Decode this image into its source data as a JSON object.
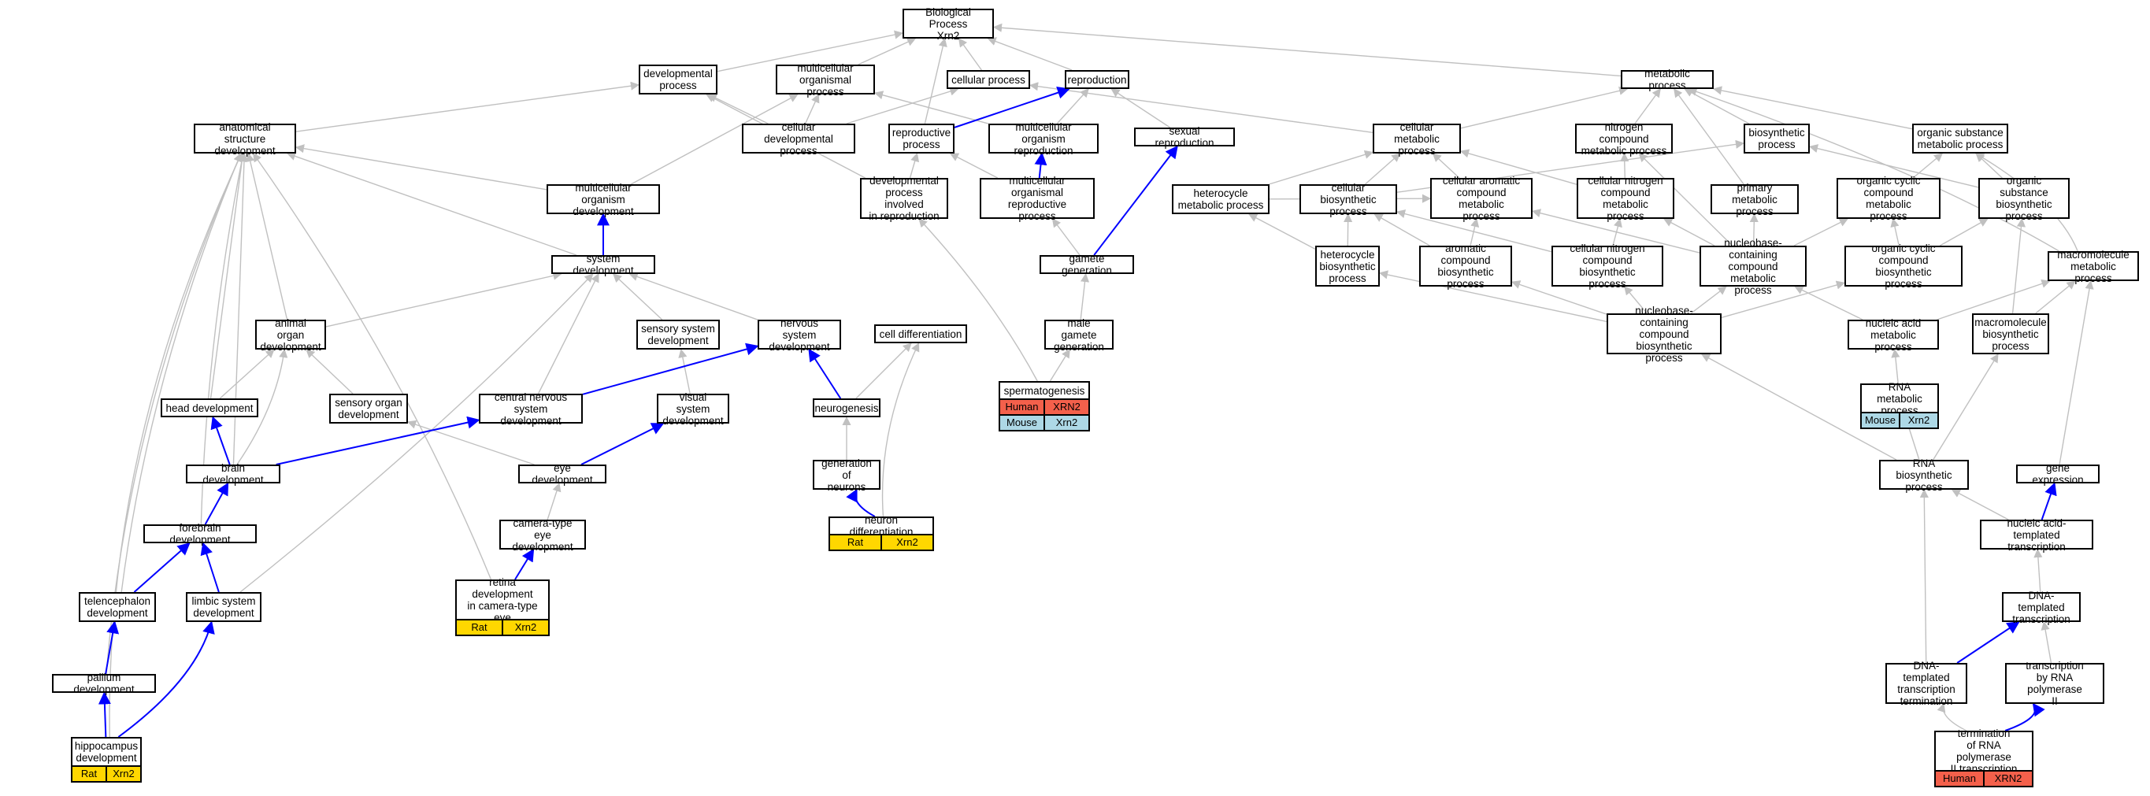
{
  "colors": {
    "edge_is_a": "#c0c0c0",
    "edge_part_of": "#0000ff",
    "rat": "#ffd700",
    "human": "#f4604b",
    "mouse": "#add8e6"
  },
  "nodes": {
    "bp": "Biological Process\nXrn2",
    "devproc": "developmental\nprocess",
    "multorg": "multicellular\norganismal process",
    "cellproc": "cellular process",
    "repro": "reproduction",
    "metab": "metabolic process",
    "anat": "anatomical structure\ndevelopment",
    "celldev": "cellular developmental\nprocess",
    "reproproc": "reproductive\nprocess",
    "multrepro": "multicellular\norganism reproduction",
    "sexrepro": "sexual reproduction",
    "cellmet": "cellular metabolic\nprocess",
    "nitro": "nitrogen compound\nmetabolic process",
    "biosyn": "biosynthetic\nprocess",
    "orgsub": "organic substance\nmetabolic process",
    "multdev": "multicellular\norganism development",
    "devrepro": "developmental\nprocess involved\nin reproduction",
    "multorgrepro": "multicellular\norganismal reproductive\nprocess",
    "hetmet": "heterocycle\nmetabolic process",
    "cellbio": "cellular biosynthetic\nprocess",
    "cellarom": "cellular aromatic\ncompound metabolic\nprocess",
    "cellnitro": "cellular nitrogen\ncompound metabolic\nprocess",
    "primary": "primary metabolic\nprocess",
    "orgcyc": "organic cyclic\ncompound metabolic\nprocess",
    "orgsubbio": "organic substance\nbiosynthetic\nprocess",
    "sysdev": "system development",
    "gamete": "gamete generation",
    "hetbio": "heterocycle\nbiosynthetic\nprocess",
    "arombio": "aromatic compound\nbiosynthetic\nprocess",
    "cellnitrobio": "cellular nitrogen\ncompound biosynthetic\nprocess",
    "nucmet": "nucleobase-containing\ncompound metabolic\nprocess",
    "orgcycbio": "organic cyclic\ncompound biosynthetic\nprocess",
    "macromet": "macromolecule\nmetabolic process",
    "animorg": "animal organ\ndevelopment",
    "sensys": "sensory system\ndevelopment",
    "nervsys": "nervous system\ndevelopment",
    "celldiff": "cell differentiation",
    "malegam": "male gamete\ngeneration",
    "nucbio": "nucleobase-containing\ncompound biosynthetic\nprocess",
    "nucacid": "nucleic acid\nmetabolic process",
    "macrobio": "macromolecule\nbiosynthetic\nprocess",
    "headdev": "head development",
    "sensorg": "sensory organ\ndevelopment",
    "cns": "central nervous\nsystem development",
    "vissys": "visual system\ndevelopment",
    "neurogen": "neurogenesis",
    "spermato": "spermatogenesis",
    "rnamet": "RNA metabolic\nprocess",
    "braindev": "brain development",
    "eyedev": "eye development",
    "genneur": "generation of\nneurons",
    "rnabio": "RNA biosynthetic\nprocess",
    "geneexp": "gene expression",
    "forebrain": "forebrain development",
    "camera": "camera-type\neye development",
    "neurdiff": "neuron differentiation",
    "nuctemp": "nucleic acid-templated\ntranscription",
    "telen": "telencephalon\ndevelopment",
    "limbic": "limbic system\ndevelopment",
    "retina": "retina development\nin camera-type\neye",
    "dnatemp": "DNA-templated\ntranscription",
    "pallium": "pallium development",
    "dnaterm": "DNA-templated\ntranscription\ntermination",
    "rnapol": "transcription\nby RNA polymerase\nII",
    "hippo": "hippocampus\ndevelopment",
    "termpol": "termination\nof RNA polymerase\nII transcription"
  },
  "badges": {
    "spermato_human": [
      "Human",
      "XRN2"
    ],
    "spermato_mouse": [
      "Mouse",
      "Xrn2"
    ],
    "rnamet_mouse": [
      "Mouse",
      "Xrn2"
    ],
    "neurdiff_rat": [
      "Rat",
      "Xrn2"
    ],
    "retina_rat": [
      "Rat",
      "Xrn2"
    ],
    "hippo_rat": [
      "Rat",
      "Xrn2"
    ],
    "termpol_human": [
      "Human",
      "XRN2"
    ]
  }
}
